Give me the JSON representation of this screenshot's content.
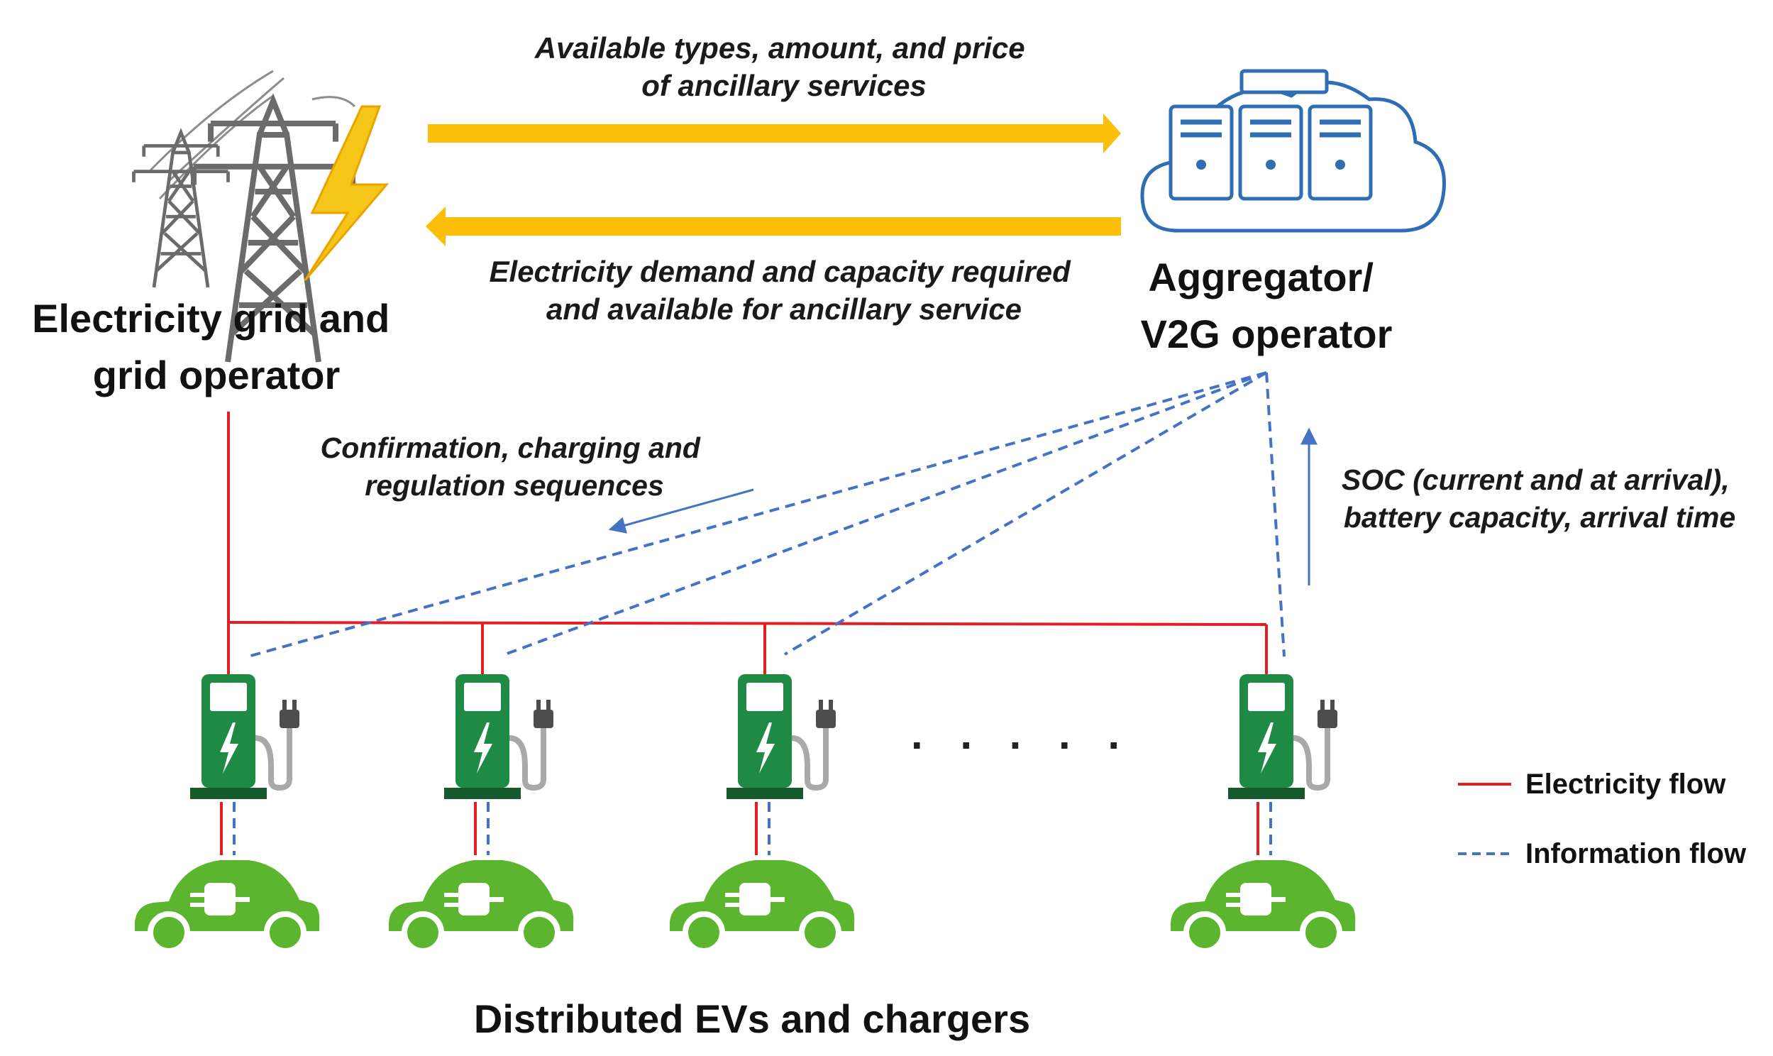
{
  "nodes": {
    "grid_label": [
      "Electricity grid and",
      "grid operator"
    ],
    "aggregator_label": [
      "Aggregator/",
      "V2G operator"
    ],
    "evs_label": "Distributed EVs and chargers",
    "ellipsis": ". . . . ."
  },
  "flows": {
    "to_aggregator": [
      "Available types, amount, and price",
      "of ancillary services"
    ],
    "to_grid": [
      "Electricity demand and capacity required",
      "and available for ancillary service"
    ],
    "to_chargers": [
      "Confirmation, charging and",
      "regulation sequences"
    ],
    "to_aggregator_from_evs": [
      "SOC (current and at arrival),",
      "battery capacity, arrival time"
    ]
  },
  "legend": {
    "electricity": "Electricity flow",
    "information": "Information flow"
  },
  "colors": {
    "electricity": "#e31e24",
    "information": "#4472c4",
    "service_arrow": "#fbbf0a",
    "charger": "#1e8a44",
    "ev": "#5bb52e",
    "cloud": "#2f6db5",
    "bolt": "#f5c518"
  },
  "icons": {
    "grid": "transmission-tower-icon",
    "aggregator": "server-cloud-icon",
    "charger": "ev-charger-icon",
    "ev": "electric-car-icon"
  }
}
